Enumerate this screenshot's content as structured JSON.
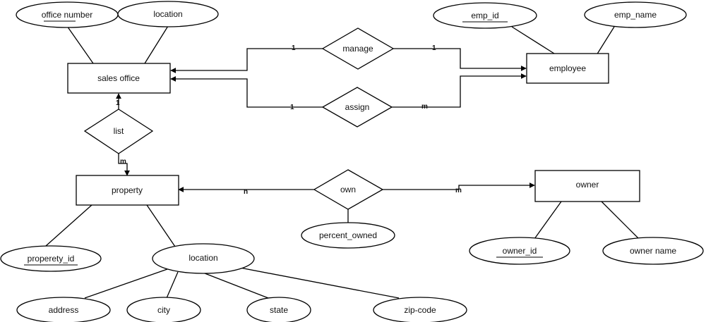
{
  "entities": {
    "sales_office": "sales office",
    "employee": "employee",
    "property": "property",
    "owner": "owner"
  },
  "relationships": {
    "manage": "manage",
    "assign": "assign",
    "list": "list",
    "own": "own"
  },
  "attributes": {
    "office_number": "office number",
    "so_location": "location",
    "emp_id": "emp_id",
    "emp_name": "emp_name",
    "property_id": "properety_id",
    "prop_location": "location",
    "address": "address",
    "city": "city",
    "state": "state",
    "zip_code": "zip-code",
    "percent_owned": "percent_owned",
    "owner_id": "owner_id",
    "owner_name": "owner name"
  },
  "cardinalities": {
    "manage_office": "1",
    "manage_employee": "1",
    "assign_office": "1",
    "assign_employee": "m",
    "list_office": "1",
    "list_property": "m",
    "own_property": "n",
    "own_owner": "m"
  },
  "colors": {
    "stroke": "#000000",
    "fill": "#ffffff",
    "text": "#111111"
  }
}
